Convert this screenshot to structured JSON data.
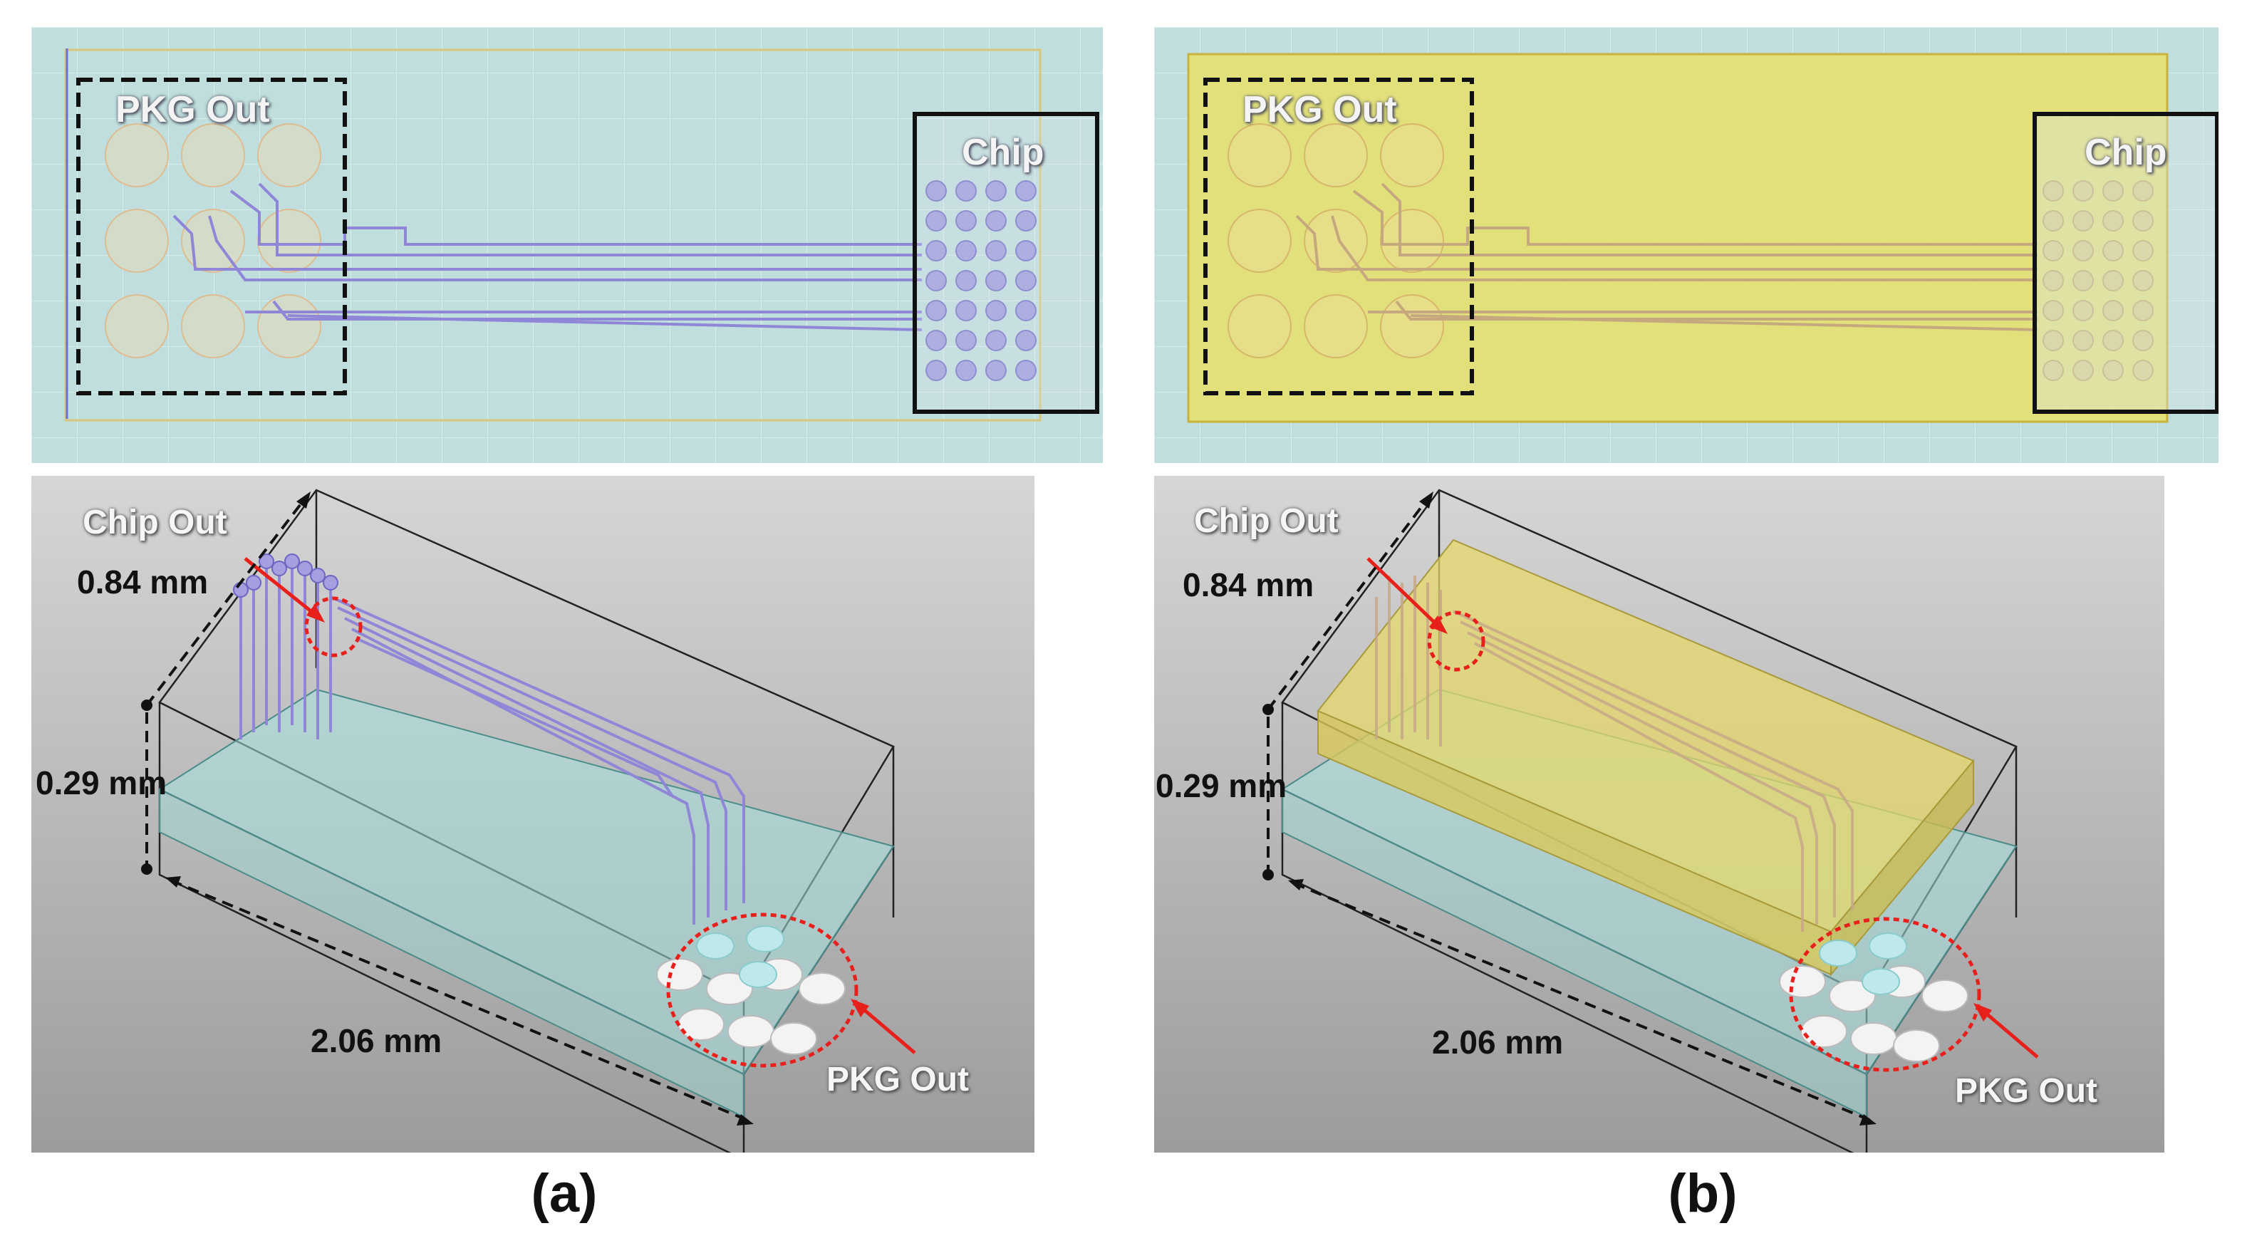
{
  "panels": {
    "a": {
      "caption": "(a)",
      "top_view": {
        "pkg_label": "PKG Out",
        "chip_label": "Chip"
      },
      "iso_view": {
        "chip_out_label": "Chip Out",
        "pkg_out_label": "PKG Out",
        "dim_depth": "0.84 mm",
        "dim_height": "0.29 mm",
        "dim_length": "2.06 mm"
      }
    },
    "b": {
      "caption": "(b)",
      "top_view": {
        "pkg_label": "PKG Out",
        "chip_label": "Chip"
      },
      "iso_view": {
        "chip_out_label": "Chip Out",
        "pkg_out_label": "PKG Out",
        "dim_depth": "0.84 mm",
        "dim_height": "0.29 mm",
        "dim_length": "2.06 mm"
      }
    }
  },
  "colors": {
    "substrate": "#bfdedd",
    "mold_overlay": "#e6e06a",
    "trace": "#8f86d8",
    "annotation_red": "#e8201c",
    "background_gradient_top": "#d6d6d6",
    "background_gradient_bottom": "#9c9c9c"
  }
}
